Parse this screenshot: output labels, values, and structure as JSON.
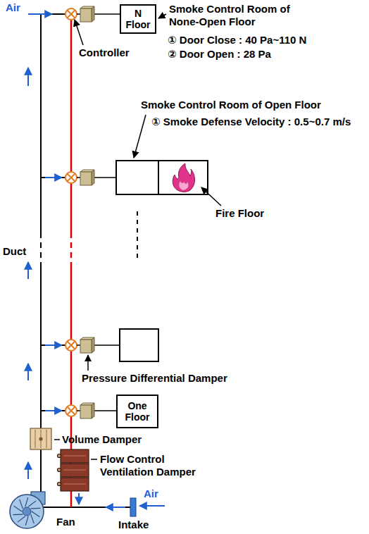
{
  "diagram": {
    "nodes": [
      {
        "text": [
          "N Floor"
        ]
      },
      {
        "text": [
          "One Floor"
        ]
      }
    ],
    "labels": [
      "Air",
      "Smoke Control Room of None-Open Floor",
      "① Door Close : 40 Pa~110 N",
      "② Door Open : 28 Pa",
      "Controller",
      "Smoke Control Room of Open Floor",
      "① Smoke Defense Velocity : 0.5~0.7 m/s",
      "Fire Floor",
      "Duct",
      "Pressure Differential Damper",
      "Volume Damper",
      "Flow Control Ventilation Damper",
      "Fan",
      "Intake",
      "Air"
    ]
  }
}
